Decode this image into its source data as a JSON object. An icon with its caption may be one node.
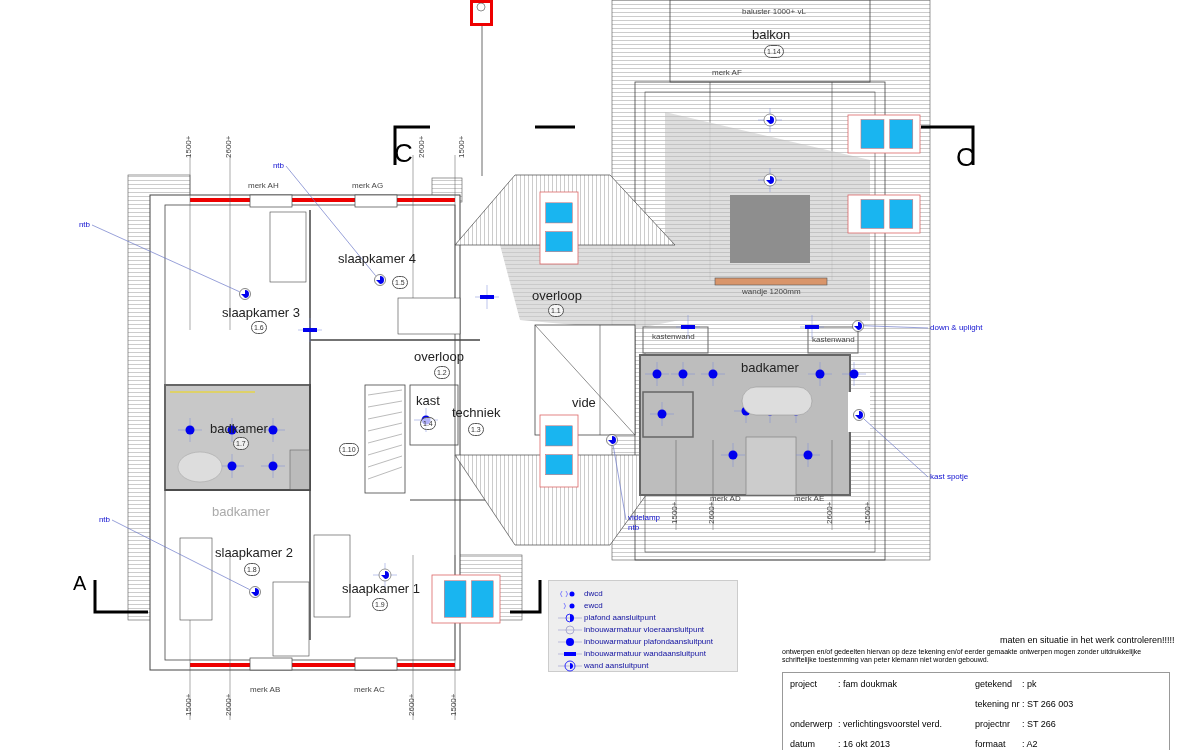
{
  "diagram": {
    "nodes": [
      {
        "text": [
          "ntb"
        ]
      },
      {
        "text": [
          "ntb"
        ]
      },
      {
        "text": [
          "down & uplight"
        ]
      },
      {
        "text": [
          "kast spotje"
        ]
      },
      {
        "text": [
          "videlamp ntb"
        ]
      },
      {
        "text": [
          "ntb"
        ]
      },
      {
        "text": [],
        "shape": "circle"
      },
      {
        "text": [],
        "shape": "circle"
      },
      {
        "text": [],
        "shape": "circle"
      },
      {
        "text": [],
        "shape": "circle"
      },
      {
        "text": [],
        "shape": "circle"
      },
      {
        "text": [],
        "shape": "circle"
      }
    ],
    "edges": [
      {
        "from": 0,
        "to": 6,
        "arrow": "none"
      },
      {
        "from": 1,
        "to": 7,
        "arrow": "none"
      },
      {
        "from": 2,
        "to": 8,
        "arrow": "none"
      },
      {
        "from": 3,
        "to": 9,
        "arrow": "none"
      },
      {
        "from": 4,
        "to": 10,
        "arrow": "none"
      },
      {
        "from": 5,
        "to": 11,
        "arrow": "none"
      }
    ],
    "labels": [
      "C",
      "C",
      "balkon",
      "1.14",
      "baluster 1000+ vL",
      "merk AH",
      "merk AG",
      "merk AF",
      "slaapkamer 4",
      "1.5",
      "slaapkamer 3",
      "1.6",
      "overloop",
      "1.1",
      "overloop",
      "1.2",
      "kast",
      "1.4",
      "techniek",
      "1.3",
      "vide",
      "badkamer",
      "1.7",
      "1.10",
      "badkamer",
      "kastenwand",
      "kastenwand",
      "wandje 1200mm",
      "badkamer",
      "slaapkamer 2",
      "1.8",
      "slaapkamer 1",
      "1.9",
      "A",
      "merk AB",
      "merk AC",
      "merk AD",
      "merk AE",
      "1500+",
      "2600+",
      "2600+",
      "1500+",
      "1500+",
      "2600+",
      "2600+",
      "1500+",
      "1500+",
      "2600+",
      "2600+",
      "1500+",
      "maten en situatie in het werk controleren!!!!!",
      "ontwerpen en/of gedeelten hiervan op deze tekening en/of eerder gemaakte ontwerpen mogen zonder uitdrukkelijke schriftelijke toestemming van peter klemann niet worden gebouwd.",
      "project",
      ": fam doukmak",
      "getekend",
      ": pk",
      "tekening nr",
      ": ST 266 003",
      "onderwerp",
      ": verlichtingsvoorstel verd.",
      "projectnr",
      ": ST 266",
      "datum",
      ": 16 okt 2013",
      "formaat",
      ": A2"
    ],
    "legend": [
      {
        "text": "dwcd"
      },
      {
        "text": "ewcd"
      },
      {
        "text": "plafond aansluitpunt"
      },
      {
        "text": "inbouwarmatuur vloeraansluitpunt"
      },
      {
        "text": "inbouwarmatuur plafondaansluitpunt"
      },
      {
        "text": "inbouwarmatuur wandaansluitpunt"
      },
      {
        "text": "wand aansluitpunt"
      }
    ]
  }
}
